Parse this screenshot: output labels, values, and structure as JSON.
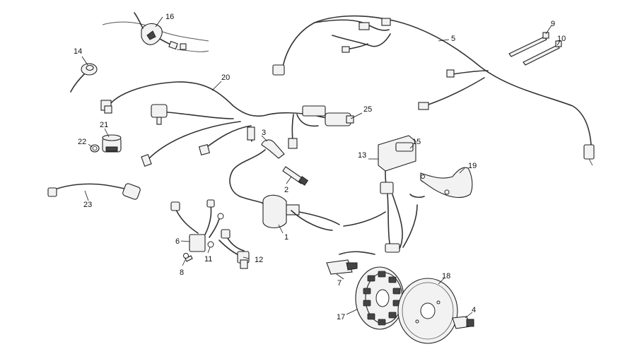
{
  "callouts": [
    {
      "id": "c1",
      "text": "1"
    },
    {
      "id": "c2",
      "text": "2"
    },
    {
      "id": "c3",
      "text": "3"
    },
    {
      "id": "c4",
      "text": "4"
    },
    {
      "id": "c5",
      "text": "5"
    },
    {
      "id": "c6",
      "text": "6"
    },
    {
      "id": "c7",
      "text": "7"
    },
    {
      "id": "c8",
      "text": "8"
    },
    {
      "id": "c9",
      "text": "9"
    },
    {
      "id": "c10",
      "text": "10"
    },
    {
      "id": "c11",
      "text": "11"
    },
    {
      "id": "c12",
      "text": "12"
    },
    {
      "id": "c13",
      "text": "13"
    },
    {
      "id": "c14",
      "text": "14"
    },
    {
      "id": "c15",
      "text": "15"
    },
    {
      "id": "c16",
      "text": "16"
    },
    {
      "id": "c17",
      "text": "17"
    },
    {
      "id": "c18",
      "text": "18"
    },
    {
      "id": "c19",
      "text": "19"
    },
    {
      "id": "c20",
      "text": "20"
    },
    {
      "id": "c21",
      "text": "21"
    },
    {
      "id": "c22",
      "text": "22"
    },
    {
      "id": "c23",
      "text": "23"
    },
    {
      "id": "c25",
      "text": "25"
    }
  ]
}
